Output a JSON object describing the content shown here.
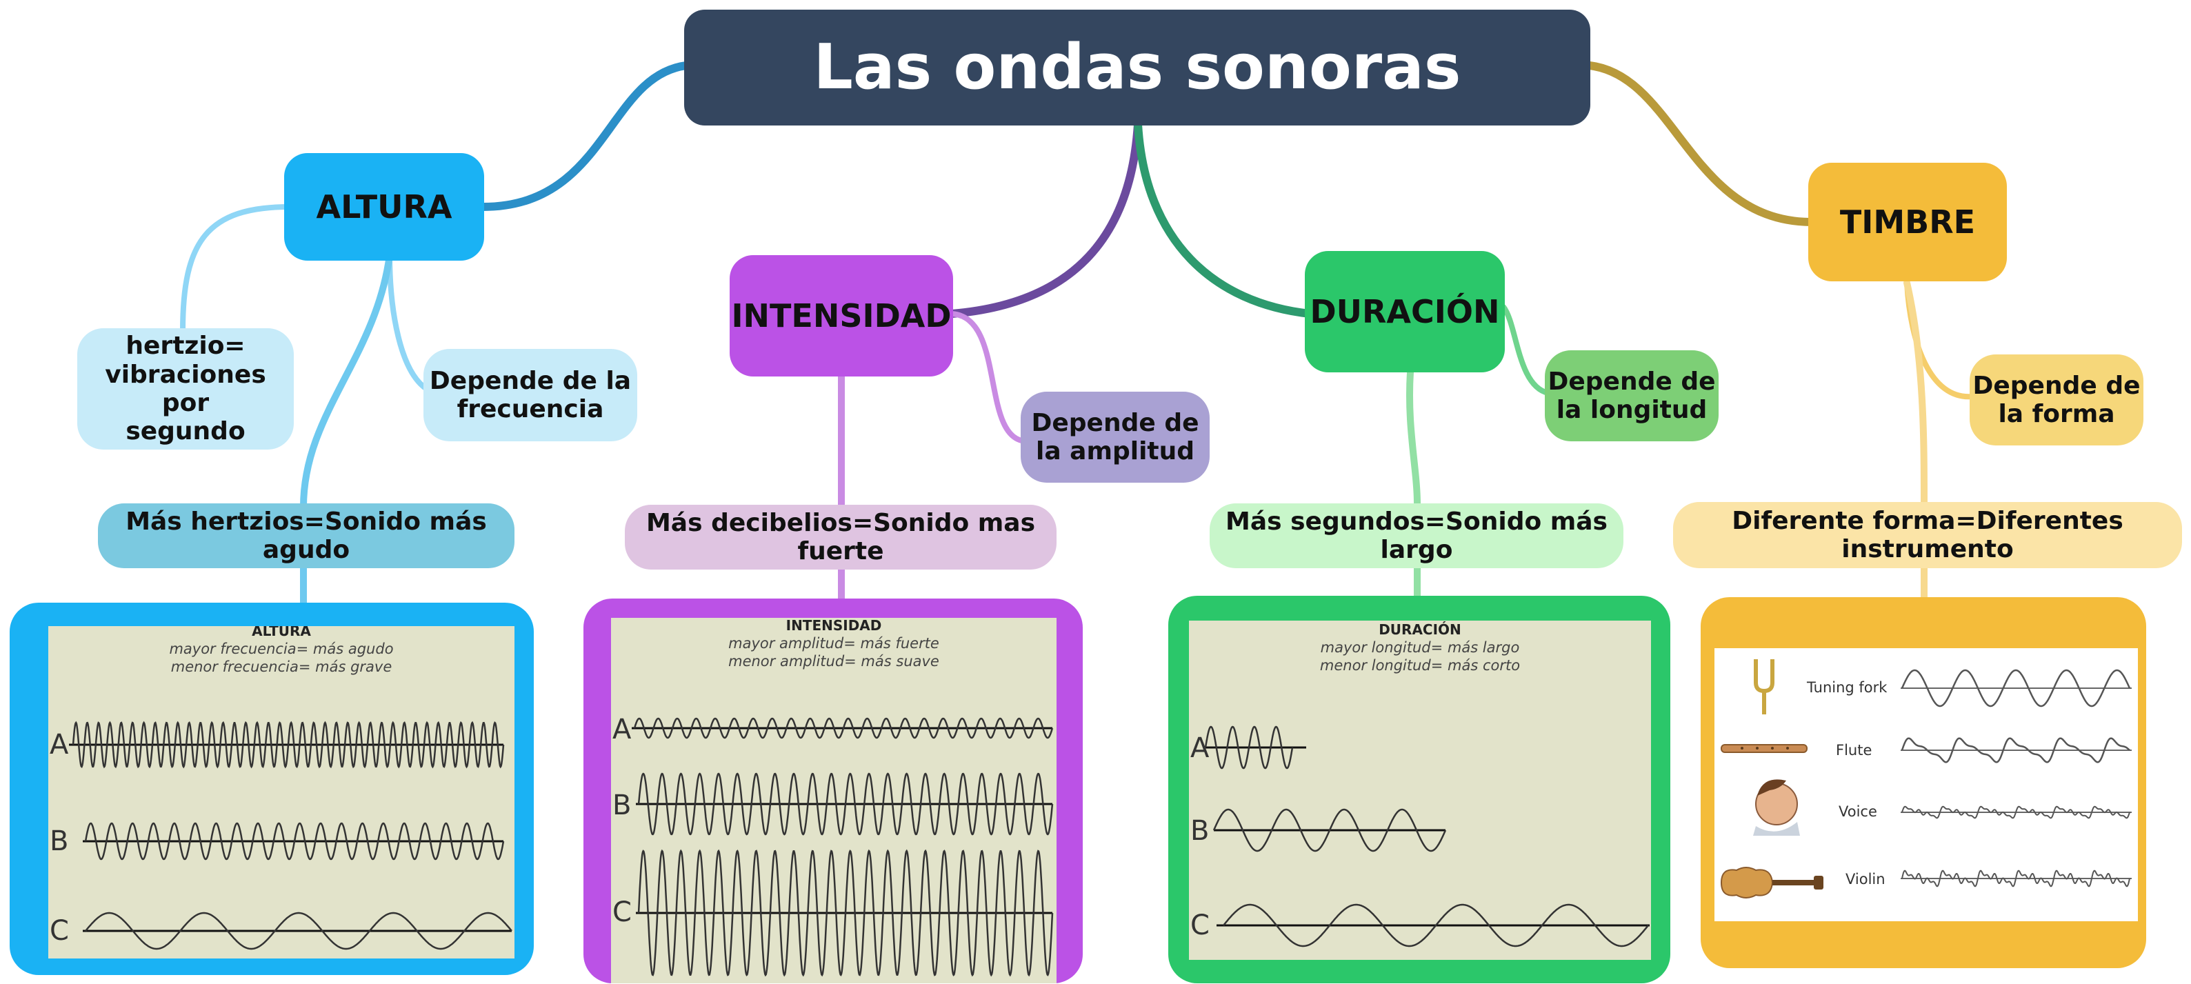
{
  "title": "Las ondas sonoras",
  "colors": {
    "title_bg": "#34465f",
    "altura": "#1ab2f4",
    "intensidad": "#bb52e6",
    "duracion": "#2bc76a",
    "timbre": "#f4bc3a",
    "panel_bg": "#e2e3ca"
  },
  "branches": {
    "altura": {
      "label": "ALTURA",
      "notes": [
        "hertzio=\nvibraciones por\nsegundo",
        "Depende de la\nfrecuencia"
      ],
      "rule": "Más hertzios=Sonido más agudo",
      "figure": {
        "title": "ALTURA",
        "lines": [
          "mayor frecuencia= más agudo",
          "menor frecuencia= más grave"
        ],
        "rows": [
          "A",
          "B",
          "C"
        ]
      }
    },
    "intensidad": {
      "label": "INTENSIDAD",
      "notes": [
        "Depende de\nla amplitud"
      ],
      "rule": "Más decibelios=Sonido mas fuerte",
      "figure": {
        "title": "INTENSIDAD",
        "lines": [
          "mayor amplitud= más fuerte",
          "menor amplitud= más suave"
        ],
        "rows": [
          "A",
          "B",
          "C"
        ]
      }
    },
    "duracion": {
      "label": "DURACIÓN",
      "notes": [
        "Depende de\nla longitud"
      ],
      "rule": "Más segundos=Sonido más largo",
      "figure": {
        "title": "DURACIÓN",
        "lines": [
          "mayor longitud= más largo",
          "menor longitud= más corto"
        ],
        "rows": [
          "A",
          "B",
          "C"
        ]
      }
    },
    "timbre": {
      "label": "TIMBRE",
      "notes": [
        "Depende de\nla forma"
      ],
      "rule": "Diferente forma=Diferentes instrumento",
      "figure": {
        "instruments": [
          "Tuning fork",
          "Flute",
          "Voice",
          "Violin"
        ]
      }
    }
  }
}
